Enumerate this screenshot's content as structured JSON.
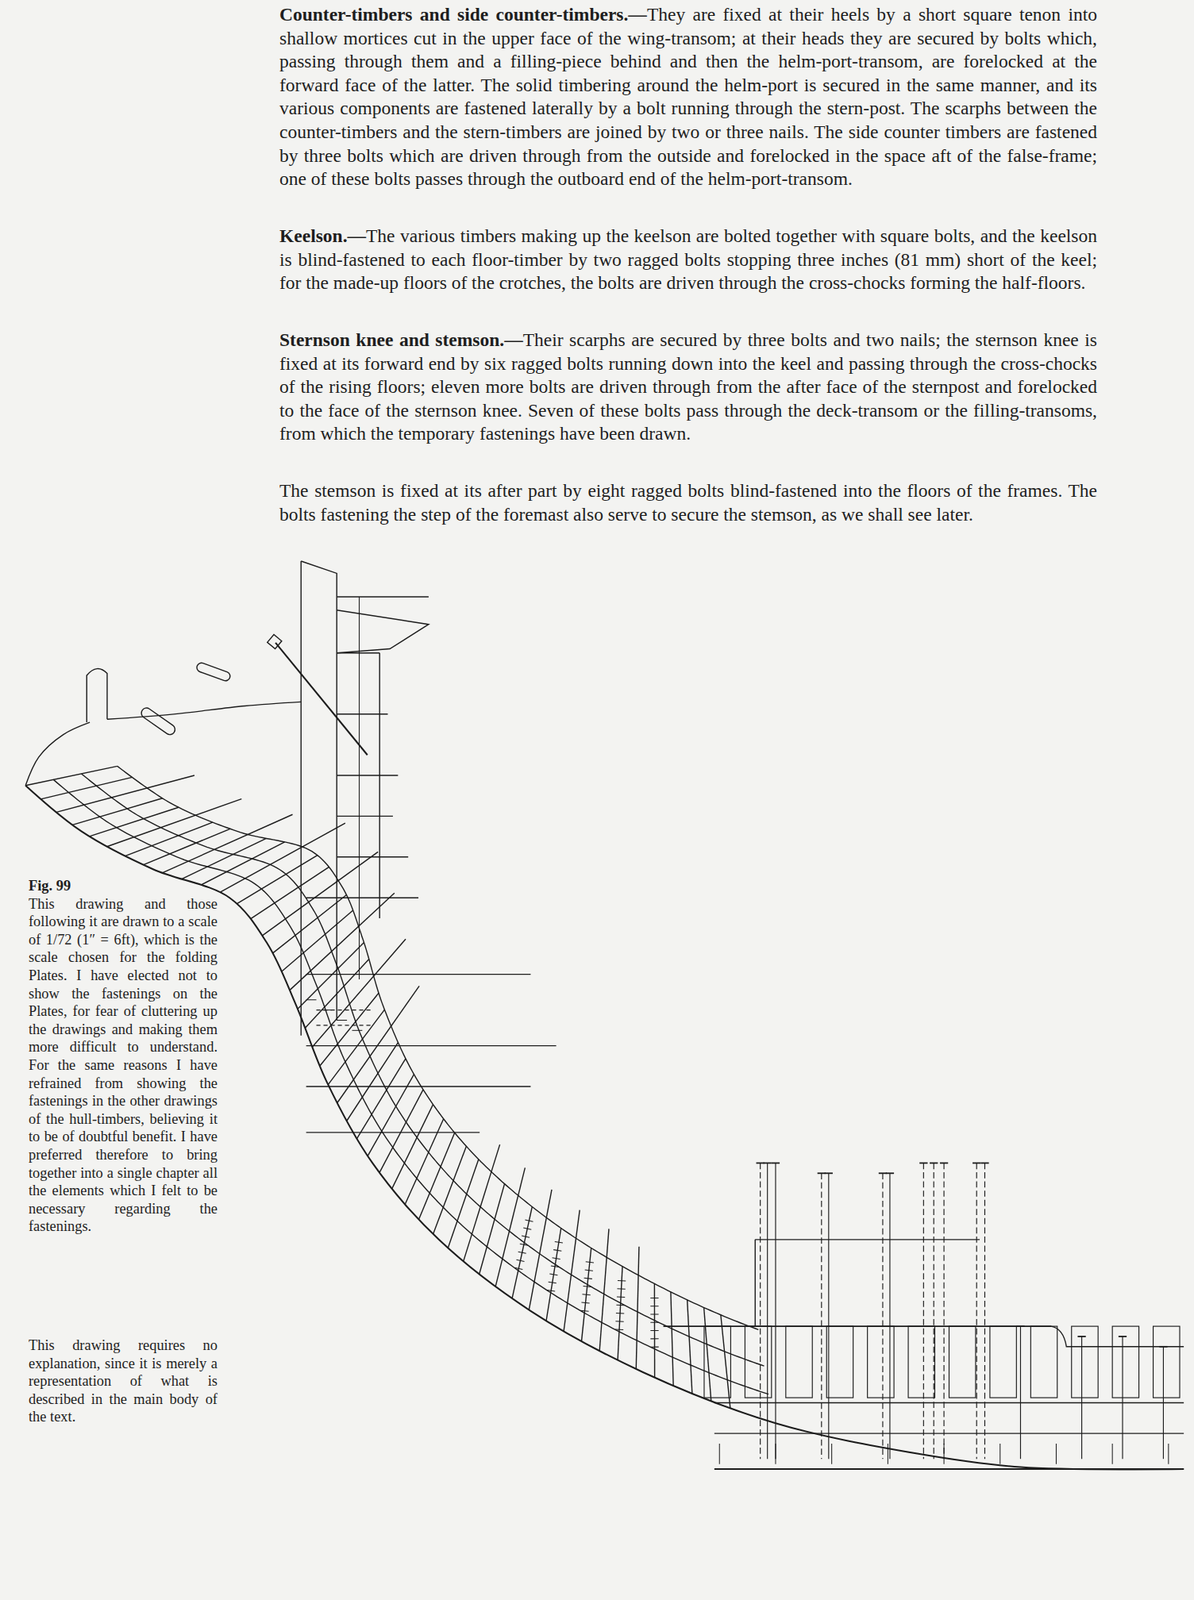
{
  "diagram": {
    "caption": "Fig. 99",
    "labels": [
      "Counter-timbers and side counter-timbers.—",
      "They are fixed at their heels by a short square tenon into shallow mortices cut in the upper face of the wing-transom; at their heads they are secured by bolts which, passing through them and a filling-piece behind and then the helm-port-transom, are forelocked at the forward face of the latter. The solid timbering around the helm-port is secured in the same manner, and its various components are fastened laterally by a bolt running through the stern-post. The scarphs between the counter-timbers and the stern-timbers are joined by two or three nails. The side counter timbers are fastened by three bolts which are driven through from the outside and forelocked in the space aft of the false-frame; one of these bolts passes through the outboard end of the helm-port-transom.",
      "Keelson.—",
      "The various timbers making up the keelson are bolted together with square bolts, and the keelson is blind-fastened to each floor-timber by two ragged bolts stopping three inches (81 mm) short of the keel; for the made-up floors of the crotches, the bolts are driven through the cross-chocks forming the half-floors.",
      "Sternson knee and stemson.—",
      "Their scarphs are secured by three bolts and two nails; the sternson knee is fixed at its forward end by six ragged bolts running down into the keel and passing through the cross-chocks of the rising floors; eleven more bolts are driven through from the after face of the sternpost and forelocked to the face of the sternson knee. Seven of these bolts pass through the deck-transom or the filling-transoms, from which the temporary fastenings have been drawn.",
      "The stemson is fixed at its after part by eight ragged bolts blind-fastened into the floors of the frames. The bolts fastening the step of the foremast also serve to secure the stemson, as we shall see later.",
      "This drawing and those following it are drawn to a scale of 1/72 (1″ = 6ft), which is the scale chosen for the folding Plates. I have elected not to show the fastenings on the Plates, for fear of cluttering up the drawings and making them more difficult to understand. For the same reasons I have refrained from showing the fastenings in the other drawings of the hull-timbers, believing it to be of doubtful benefit. I have preferred therefore to bring together into a single chapter all the elements which I felt to be necessary regarding the fastenings.",
      "This drawing requires no explanation, since it is merely a representation of what is described in the main body of the text."
    ]
  }
}
